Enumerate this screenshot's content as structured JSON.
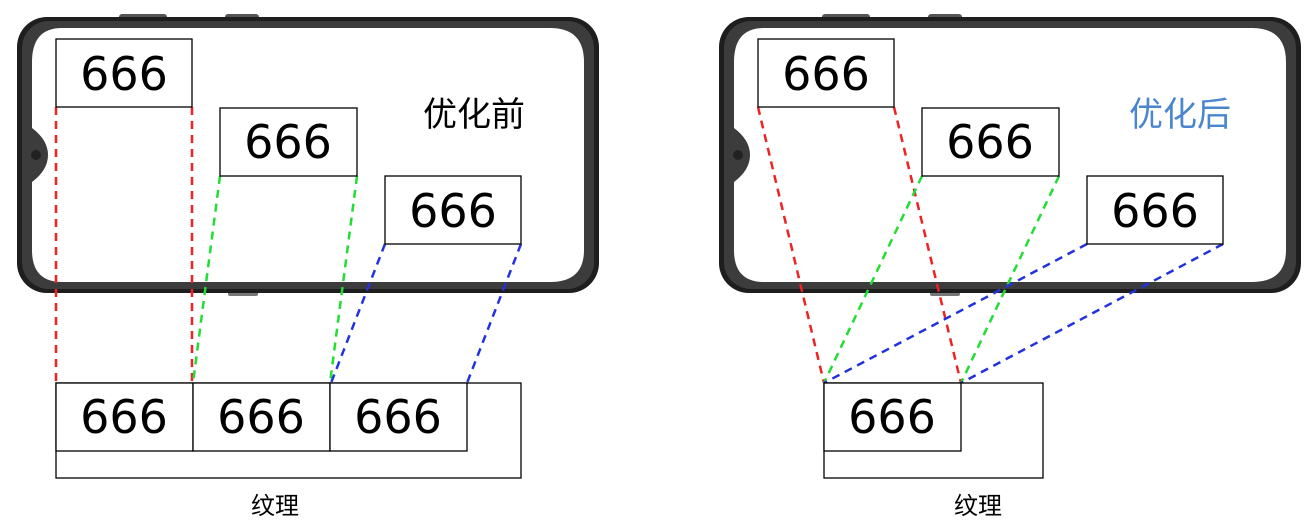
{
  "before": {
    "title": "优化前",
    "title_color": "#000000",
    "screen_labels": [
      "666",
      "666",
      "666"
    ],
    "texture_labels": [
      "666",
      "666",
      "666"
    ],
    "texture_caption": "纹理"
  },
  "after": {
    "title": "优化后",
    "title_color": "#4a86cf",
    "screen_labels": [
      "666",
      "666",
      "666"
    ],
    "texture_labels": [
      "666"
    ],
    "texture_caption": "纹理"
  },
  "colors": {
    "red": "#ee2222",
    "green": "#22dd33",
    "blue": "#2233dd",
    "phone_frame": "#1e1e1e",
    "phone_body": "#3a3a3a"
  }
}
